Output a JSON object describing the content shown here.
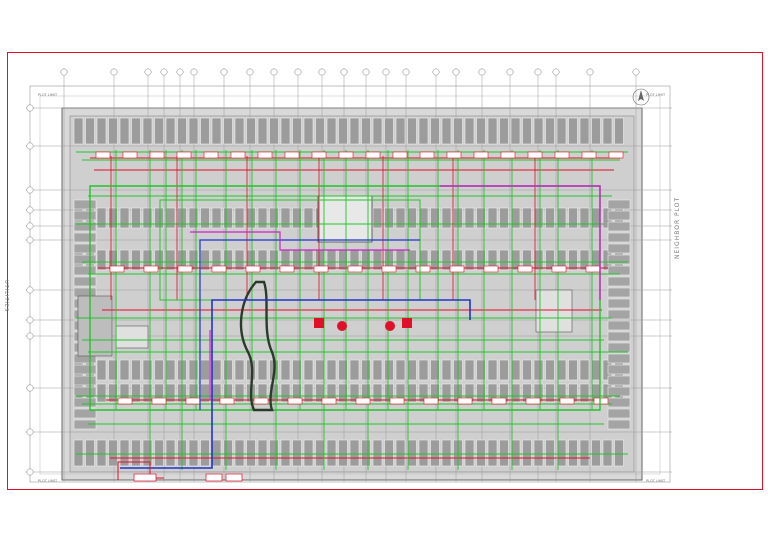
{
  "drawing": {
    "neighbor_label": "NEIGHBOR PLOT",
    "left_label": "UTILITIES",
    "plot_limit_label": "PLOT LIMIT",
    "colors": {
      "frame": "#e0102a",
      "grid": "#9a9a9a",
      "green_line": "#22c42a",
      "red_line": "#e0102a",
      "blue_line": "#2233cc",
      "magenta_line": "#cc22cc",
      "building": "#cfcfcf",
      "parking": "#9c9c9c"
    },
    "icons": [
      "north-arrow-icon",
      "grid-bubble-icon",
      "equipment-symbol-icon"
    ]
  }
}
